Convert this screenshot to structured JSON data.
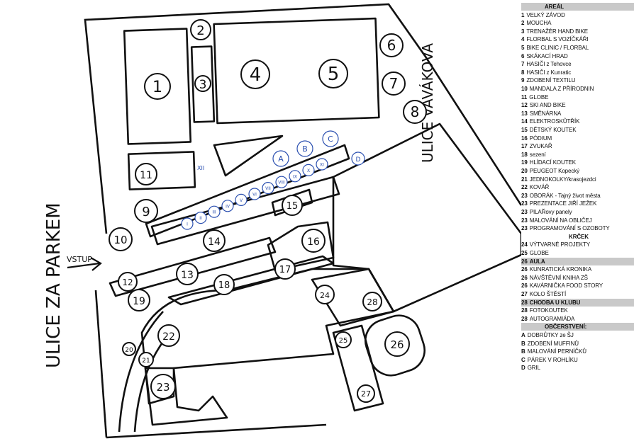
{
  "map": {
    "street_left": "ULICE  ZA  PARKEM",
    "street_right": "ULICE  VAVÁKOVA",
    "entrance": "VSTUP",
    "areas": {
      "a1": "1",
      "a2": "2",
      "a3": "3",
      "a4": "4",
      "a5": "5",
      "a6": "6",
      "a7": "7",
      "a8": "8",
      "a9": "9",
      "a10": "10",
      "a11": "11",
      "a12": "12",
      "a13": "13",
      "a14": "14",
      "a15": "15",
      "a16": "16",
      "a17": "17",
      "a18": "18",
      "a19": "19",
      "a20": "20",
      "a21": "21",
      "a22": "22",
      "a23": "23",
      "a24": "24",
      "a25": "25",
      "a26": "26",
      "a27": "27",
      "a28": "28"
    },
    "stands": [
      "I",
      "II",
      "III",
      "IV",
      "V",
      "VI",
      "VII",
      "VIII",
      "IX",
      "X",
      "XI"
    ],
    "stand_xii": "XII",
    "refresh": {
      "A": "A",
      "B": "B",
      "C": "C",
      "D": "D"
    }
  },
  "legend": [
    {
      "num": "",
      "text": "AREÁL",
      "style": "header-center"
    },
    {
      "num": "1",
      "text": "VELKÝ ZÁVOD"
    },
    {
      "num": "2",
      "text": "MOUCHA"
    },
    {
      "num": "3",
      "text": "TRENAŽÉR HAND BIKE"
    },
    {
      "num": "4",
      "text": "FLORBAL S VOZÍČKÁŘI"
    },
    {
      "num": "5",
      "text": "BIKE CLINIC / FLORBAL"
    },
    {
      "num": "6",
      "text": "SKÁKACÍ HRAD"
    },
    {
      "num": "7",
      "text": "HASIČI z Tehovce"
    },
    {
      "num": "8",
      "text": "HASIČI z Kunratic"
    },
    {
      "num": "9",
      "text": "ZDOBENÍ TEXTILU"
    },
    {
      "num": "10",
      "text": "MANDALA Z PŘÍRODNIN"
    },
    {
      "num": "11",
      "text": "GLOBE"
    },
    {
      "num": "12",
      "text": "SKI AND BIKE"
    },
    {
      "num": "13",
      "text": "SMĚNÁRNA"
    },
    {
      "num": "14",
      "text": "ELEKTROSKŮTŘÍK"
    },
    {
      "num": "15",
      "text": "DĚTSKÝ KOUTEK"
    },
    {
      "num": "16",
      "text": "PÓDIUM"
    },
    {
      "num": "17",
      "text": "ZVUKAŘ"
    },
    {
      "num": "18",
      "text": "sezení"
    },
    {
      "num": "19",
      "text": "HLÍDACÍ KOUTEK"
    },
    {
      "num": "20",
      "text": "PEUGEOT Kopecký"
    },
    {
      "num": "21",
      "text": "JEDNOKOLKY/krasojezdci"
    },
    {
      "num": "22",
      "text": "KOVÁŘ"
    },
    {
      "num": "23",
      "text": "OBORÁK - Tajný život města"
    },
    {
      "num": "23",
      "text": "PREZENTACE JIŘÍ JEŽEK"
    },
    {
      "num": "23",
      "text": "PILAŘovy panely"
    },
    {
      "num": "23",
      "text": "MALOVÁNÍ NA OBLIČEJ"
    },
    {
      "num": "23",
      "text": "PROGRAMOVÁNÍ S OZOBOTY"
    },
    {
      "num": "",
      "text": "KRČEK",
      "style": "center"
    },
    {
      "num": "24",
      "text": "VÝTVARNÉ PROJEKTY"
    },
    {
      "num": "25",
      "text": "GLOBE"
    },
    {
      "num": "26",
      "text": "AULA",
      "style": "header"
    },
    {
      "num": "26",
      "text": "KUNRATICKÁ KRONIKA"
    },
    {
      "num": "26",
      "text": "NÁVŠTĚVNÍ KNIHA ZŠ"
    },
    {
      "num": "26",
      "text": "KAVÁRNIČKA FOOD STORY"
    },
    {
      "num": "27",
      "text": "KOLO ŠTĚSTÍ"
    },
    {
      "num": "28",
      "text": "CHODBA U KLUBU",
      "style": "header"
    },
    {
      "num": "28",
      "text": "FOTOKOUTEK"
    },
    {
      "num": "28",
      "text": "AUTOGRAMIÁDA"
    },
    {
      "num": "",
      "text": "OBČERSTVENÍ:",
      "style": "header-center"
    },
    {
      "num": "A",
      "text": "DOBRŮTKY ze ŠJ"
    },
    {
      "num": "B",
      "text": "ZDOBENÍ MUFFINŮ"
    },
    {
      "num": "B",
      "text": "MALOVÁNÍ PERNÍČKŮ"
    },
    {
      "num": "C",
      "text": "PÁREK V ROHLÍKU"
    },
    {
      "num": "D",
      "text": "GRIL"
    }
  ]
}
